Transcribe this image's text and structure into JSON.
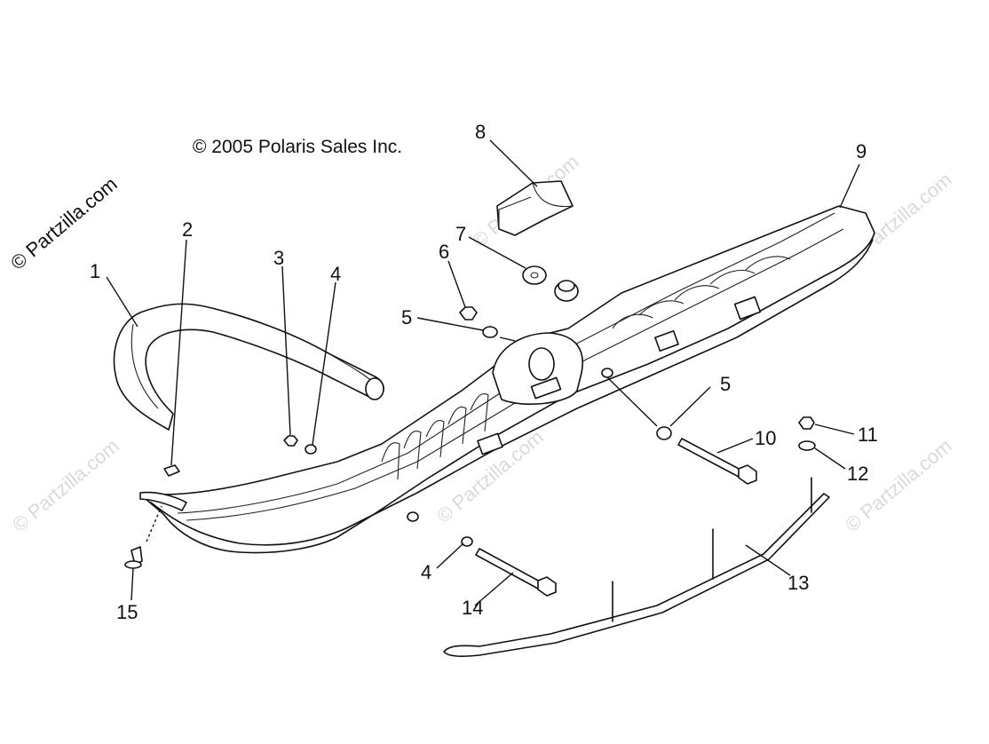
{
  "diagram": {
    "copyright": "© 2005 Polaris Sales Inc.",
    "watermark_main": "© Partzilla.com",
    "watermark_faint": "© Partzilla.com",
    "callouts": {
      "c1": "1",
      "c2": "2",
      "c3": "3",
      "c4a": "4",
      "c4b": "4",
      "c5a": "5",
      "c5b": "5",
      "c6": "6",
      "c7": "7",
      "c8": "8",
      "c9": "9",
      "c10": "10",
      "c11": "11",
      "c12": "12",
      "c13": "13",
      "c14": "14",
      "c15": "15"
    }
  }
}
